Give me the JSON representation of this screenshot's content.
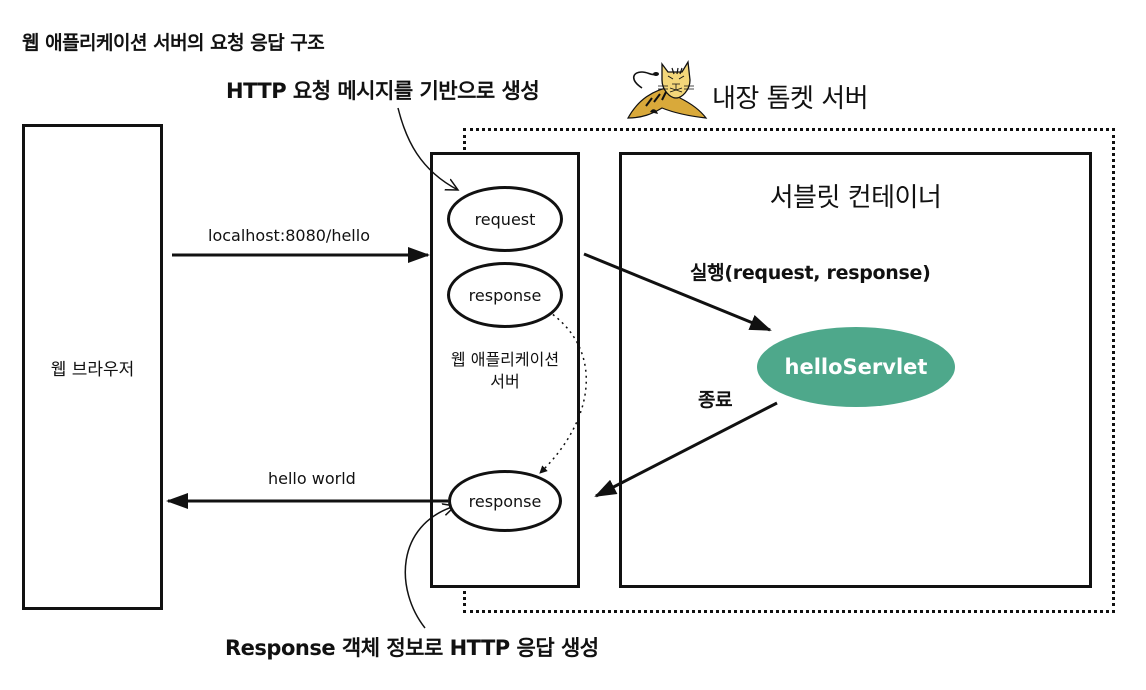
{
  "title": "웹 애플리케이션 서버의 요청 응답 구조",
  "annotations": {
    "request_created": "HTTP 요청 메시지를 기반으로 생성",
    "response_created": "Response 객체 정보로 HTTP 응답 생성"
  },
  "tomcat": {
    "icon": "tomcat-cat-icon",
    "label": "내장 톰켓 서버"
  },
  "nodes": {
    "browser": "웹 브라우저",
    "was_line1": "웹 애플리케이션",
    "was_line2": "서버",
    "servlet_container": "서블릿 컨테이너",
    "request": "request",
    "response_initial": "response",
    "response_final": "response",
    "servlet": "helloServlet"
  },
  "edges": {
    "browser_to_was": "localhost:8080/hello",
    "was_to_browser": "hello world",
    "was_to_servlet": "실행(request, response)",
    "servlet_to_was": "종료"
  },
  "colors": {
    "servlet_fill": "#4ea88b",
    "tomcat_body": "#d9a93a",
    "stroke": "#111111"
  }
}
